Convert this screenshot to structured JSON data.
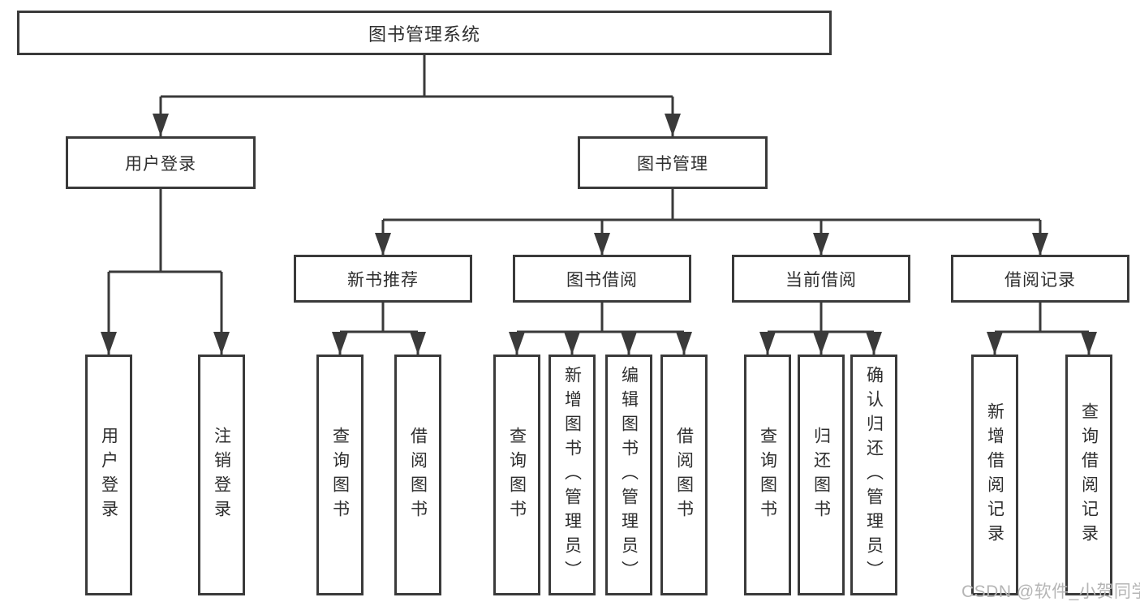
{
  "colors": {
    "line": "#3a3a3a",
    "text": "#2e2e2e",
    "box_bg": "#ffffff",
    "watermark": "#b5b5b5"
  },
  "watermark": {
    "text": "CSDN @软件_小贺同学"
  },
  "tree": {
    "root": {
      "label": "图书管理系统",
      "children": [
        {
          "label": "用户登录",
          "children": [
            {
              "label": "用户登录"
            },
            {
              "label": "注销登录"
            }
          ]
        },
        {
          "label": "图书管理",
          "children": [
            {
              "label": "新书推荐",
              "children": [
                {
                  "label": "查询图书"
                },
                {
                  "label": "借阅图书"
                }
              ]
            },
            {
              "label": "图书借阅",
              "children": [
                {
                  "label": "查询图书"
                },
                {
                  "label": "新增图书（管理员）"
                },
                {
                  "label": "编辑图书（管理员）"
                },
                {
                  "label": "借阅图书"
                }
              ]
            },
            {
              "label": "当前借阅",
              "children": [
                {
                  "label": "查询图书"
                },
                {
                  "label": "归还图书"
                },
                {
                  "label": "确认归还（管理员）"
                }
              ]
            },
            {
              "label": "借阅记录",
              "children": [
                {
                  "label": "新增借阅记录"
                },
                {
                  "label": "查询借阅记录"
                }
              ]
            }
          ]
        }
      ]
    }
  }
}
